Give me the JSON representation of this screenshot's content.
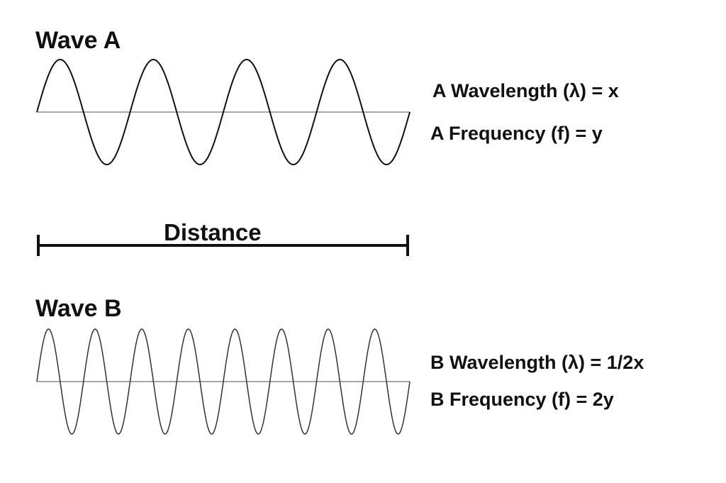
{
  "wave_a": {
    "title": "Wave A",
    "wavelength_label": "A Wavelength (λ) = x",
    "frequency_label": "A Frequency (f) = y",
    "cycles": 4
  },
  "distance": {
    "label": "Distance"
  },
  "wave_b": {
    "title": "Wave B",
    "wavelength_label": "B Wavelength (λ) = 1/2x",
    "frequency_label": "B Frequency (f) = 2y",
    "cycles": 8
  },
  "colors": {
    "stroke": "#111111",
    "axis": "#8a8a8a",
    "background": "#ffffff"
  }
}
